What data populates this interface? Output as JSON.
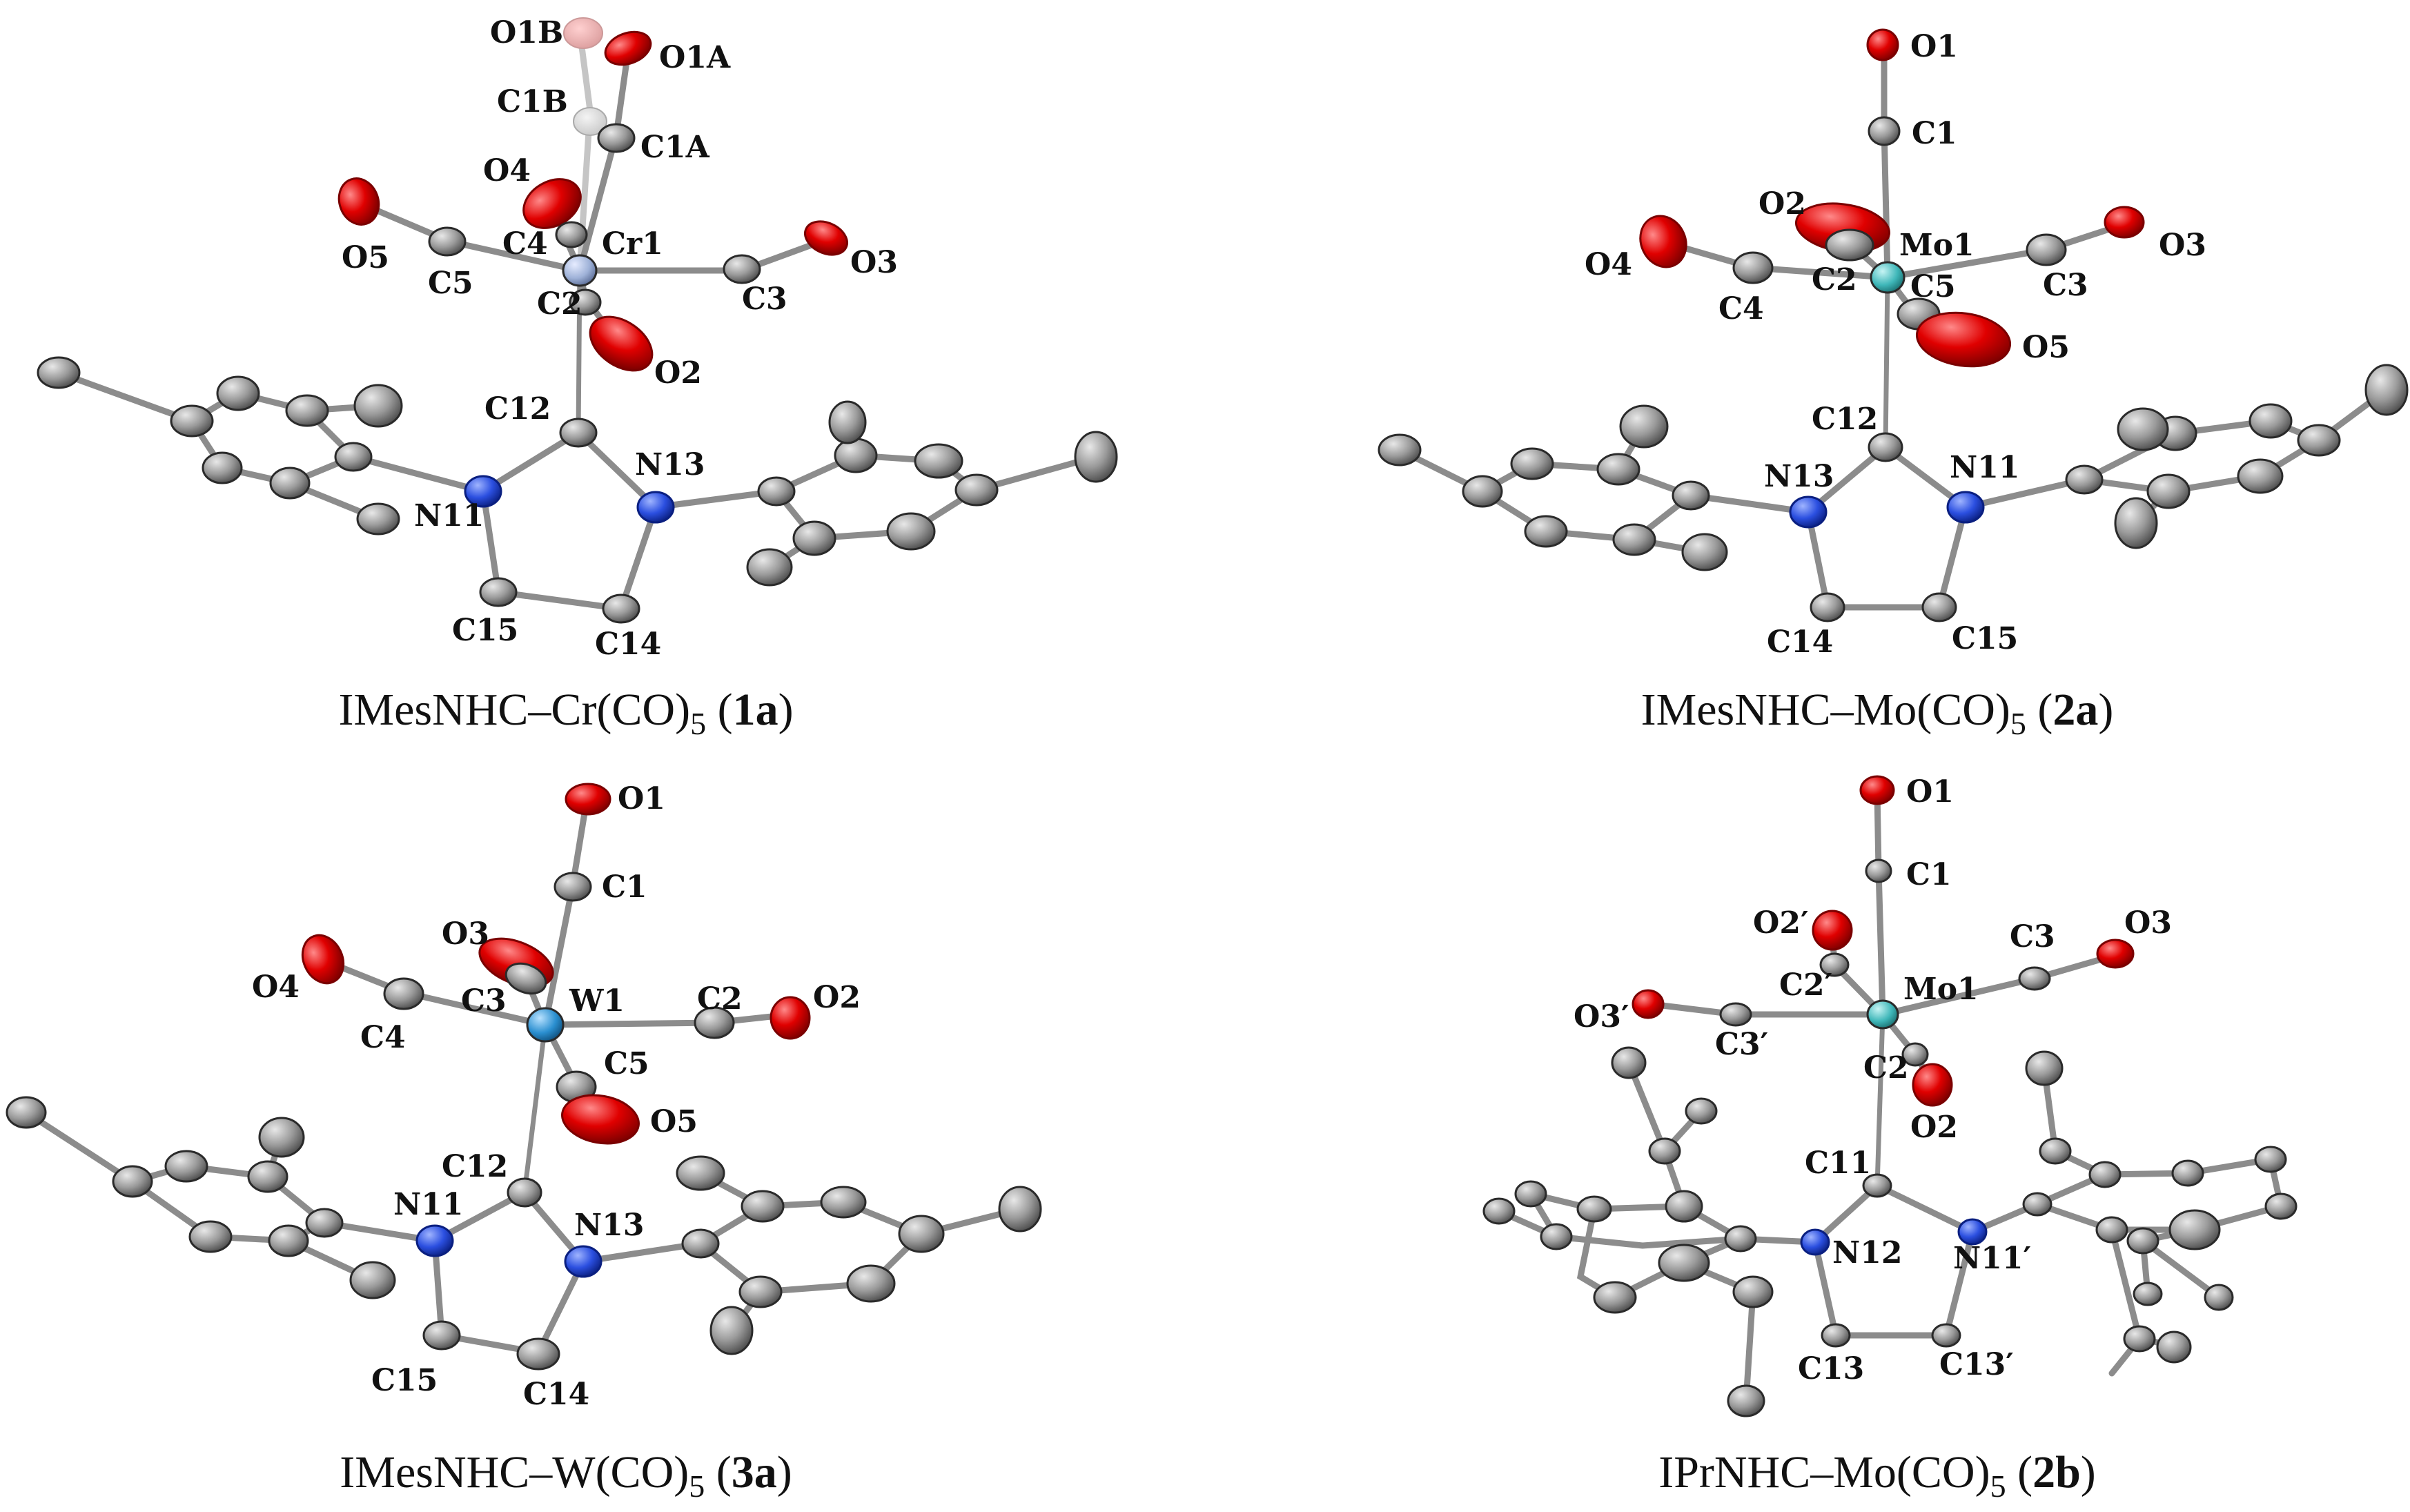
{
  "panels": [
    {
      "id": "1a",
      "caption": {
        "prefix": "IMesNHC–Cr(CO)",
        "subscript": "5",
        "open": " (",
        "compound": "1a",
        "close": ")"
      },
      "metal": {
        "label": "Cr1",
        "color": "#9fb2d8"
      },
      "labels": [
        "O1B",
        "O1A",
        "C1B",
        "C1A",
        "O4",
        "O5",
        "C4",
        "Cr1",
        "O3",
        "C5",
        "C2",
        "C3",
        "O2",
        "C12",
        "N13",
        "N11",
        "C15",
        "C14"
      ]
    },
    {
      "id": "2a",
      "caption": {
        "prefix": "IMesNHC–Mo(CO)",
        "subscript": "5",
        "open": " (",
        "compound": "2a",
        "close": ")"
      },
      "metal": {
        "label": "Mo1",
        "color": "#3fb7b9"
      },
      "labels": [
        "O1",
        "C1",
        "O2",
        "Mo1",
        "O3",
        "O4",
        "C2",
        "C5",
        "C3",
        "C4",
        "O5",
        "C12",
        "N13",
        "N11",
        "C14",
        "C15"
      ]
    },
    {
      "id": "3a",
      "caption": {
        "prefix": "IMesNHC–W(CO)",
        "subscript": "5",
        "open": " (",
        "compound": "3a",
        "close": ")"
      },
      "metal": {
        "label": "W1",
        "color": "#2a8fd0"
      },
      "labels": [
        "O1",
        "C1",
        "O3",
        "O4",
        "C3",
        "W1",
        "C2",
        "O2",
        "C4",
        "C5",
        "O5",
        "C12",
        "N11",
        "N13",
        "C15",
        "C14"
      ]
    },
    {
      "id": "2b",
      "caption": {
        "prefix": "IPrNHC–Mo(CO)",
        "subscript": "5",
        "open": " (",
        "compound": "2b",
        "close": ")"
      },
      "metal": {
        "label": "Mo1",
        "color": "#3fb7b9"
      },
      "labels": [
        "O1",
        "C1",
        "O2′",
        "C3",
        "O3",
        "C2′",
        "Mo1",
        "O3′",
        "C3′",
        "C2",
        "O2",
        "C11",
        "N12",
        "N11′",
        "C13",
        "C13′"
      ]
    }
  ],
  "colors": {
    "carbon": "#8e8e8e",
    "oxygen": "#e00000",
    "nitrogen": "#2b4fe0",
    "bond": "#8c8c8c"
  }
}
